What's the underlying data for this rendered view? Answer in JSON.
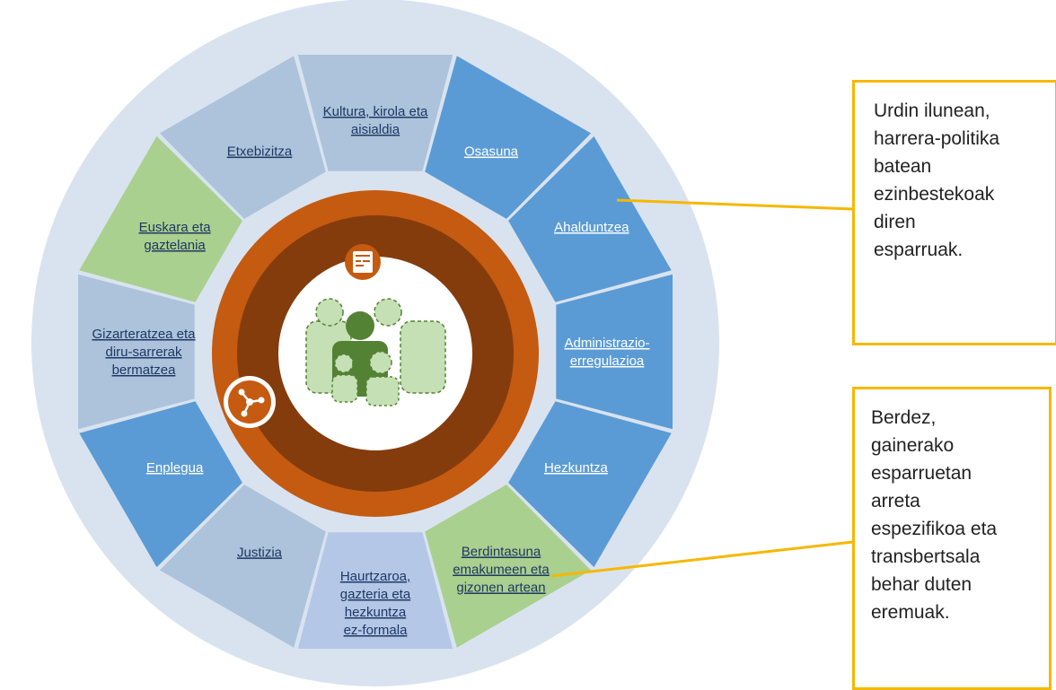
{
  "colors": {
    "outer_ring": "#d9e3ef",
    "dark_blue": "#5b9bd5",
    "light_blue_gray": "#adc3db",
    "periwinkle": "#b4c7e7",
    "green": "#a9d08e",
    "orange": "#c55a11",
    "brown": "#843c0c",
    "person_green": "#548235",
    "person_light": "#c5e0b4",
    "callout": "#f5b800"
  },
  "segments": [
    {
      "lines": [
        "Kultura, kirola eta",
        "aisialdia"
      ],
      "category": "light_blue_gray"
    },
    {
      "lines": [
        "Osasuna"
      ],
      "category": "dark_blue"
    },
    {
      "lines": [
        "Ahalduntzea"
      ],
      "category": "dark_blue"
    },
    {
      "lines": [
        "Administrazio-",
        "erregulazioa"
      ],
      "category": "dark_blue"
    },
    {
      "lines": [
        "Hezkuntza"
      ],
      "category": "dark_blue"
    },
    {
      "lines": [
        "Berdintasuna",
        "emakumeen eta",
        "gizonen artean"
      ],
      "category": "green"
    },
    {
      "lines": [
        "Haurtzaroa,",
        "gazteria eta",
        "hezkuntza",
        "ez-formala"
      ],
      "category": "periwinkle"
    },
    {
      "lines": [
        "Justizia"
      ],
      "category": "light_blue_gray"
    },
    {
      "lines": [
        "Enplegua"
      ],
      "category": "dark_blue"
    },
    {
      "lines": [
        "Gizarteratzea eta",
        "diru-sarrerak",
        "bermatzea"
      ],
      "category": "light_blue_gray"
    },
    {
      "lines": [
        "Euskara eta",
        "gaztelania"
      ],
      "category": "green"
    },
    {
      "lines": [
        "Etxebizitza"
      ],
      "category": "light_blue_gray"
    }
  ],
  "center_icons": [
    "tools-icon",
    "network-icon",
    "family-icon"
  ],
  "callouts": [
    {
      "text": "Urdin ilunean,\nharrera-politika\nbatean\nezinbestekoak\ndiren\nesparruak."
    },
    {
      "text": "Berdez,\ngainerako\nesparruetan\narreta\nespezifikoa eta\ntransbertsala\nbehar duten\neremuak."
    }
  ]
}
